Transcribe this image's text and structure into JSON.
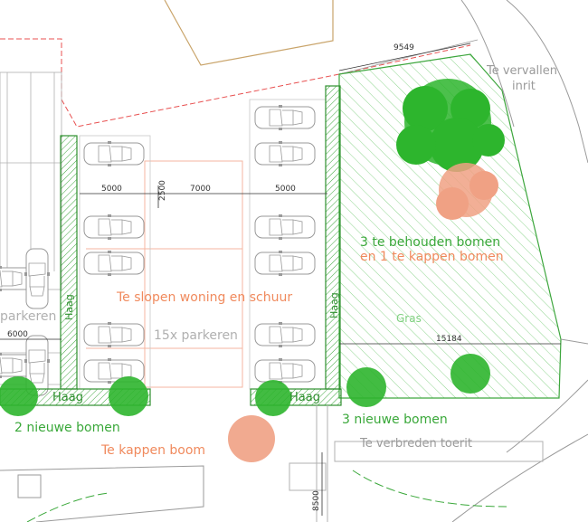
{
  "colors": {
    "green_outline": "#3da63d",
    "green_hatch": "#7fd07f",
    "tree_keep": "#2db52d",
    "tree_remove": "#f0a184",
    "label_orange": "#f08a5d",
    "label_green": "#3aa83a",
    "demolish_line": "#f4b6a0",
    "red_dashed": "#e85050",
    "building_brown": "#c9a46a",
    "grey": "#9a9a9a",
    "dimension": "#333333"
  },
  "labels": {
    "te_vervallen": "Te vervallen",
    "inrit": "inrit",
    "te_behouden_1": "3 te behouden bomen",
    "te_behouden_2": "en 1 te kappen bomen",
    "gras": "Gras",
    "te_slopen": "Te slopen woning en schuur",
    "parkeren_15x": "15x parkeren",
    "parkeren_left": "parkeren",
    "haag_vertical_left": "Haag",
    "haag_vertical_right": "Haag",
    "haag_bottom_left": "Haag",
    "haag_bottom_right": "Haag",
    "nieuwe_bomen_left": "2 nieuwe bomen",
    "nieuwe_bomen_right": "3 nieuwe bomen",
    "te_kappen_boom": "Te kappen boom",
    "te_verbreden_toerit": "Te verbreden toerit"
  },
  "dimensions": {
    "d9549": "9549",
    "d5000_left": "5000",
    "d2500": "2500",
    "d7000": "7000",
    "d5000_right": "5000",
    "d6000": "6000",
    "d15184": "15184",
    "d8500": "8500"
  },
  "icons": [
    "parked-car-icon",
    "tree-canopy-icon",
    "hatch-pattern"
  ]
}
